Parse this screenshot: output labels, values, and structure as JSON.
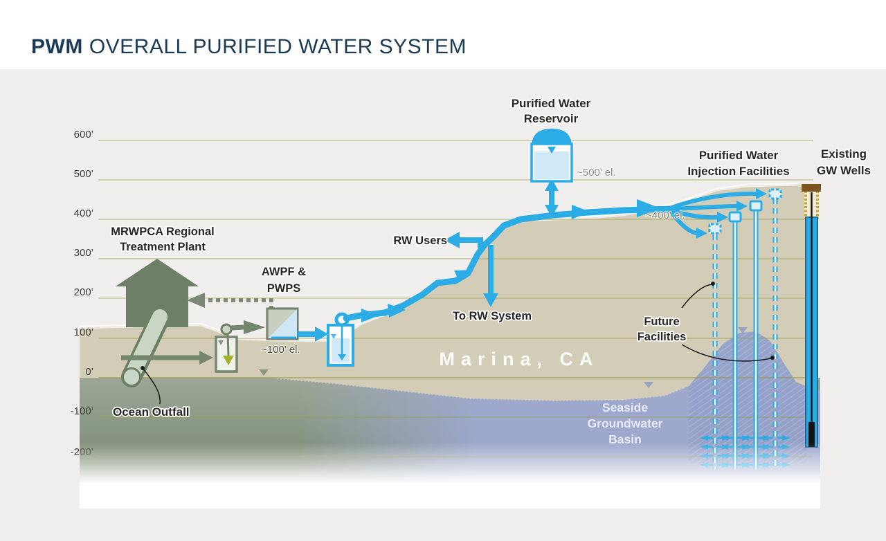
{
  "title": {
    "brand": "PWM",
    "rest": "OVERALL PURIFIED WATER SYSTEM"
  },
  "axis": {
    "ticks": [
      "600’",
      "500’",
      "400’",
      "300’",
      "200’",
      "100’",
      "0’",
      "-100’",
      "-200’"
    ],
    "elevations_ft": [
      600,
      500,
      400,
      300,
      200,
      100,
      0,
      -100,
      -200
    ]
  },
  "labels": {
    "treatment_plant": [
      "MRWPCA Regional",
      "Treatment Plant"
    ],
    "awpf": [
      "AWPF &",
      "PWPS"
    ],
    "rw_users": "RW Users",
    "to_rw_system": "To RW System",
    "reservoir": [
      "Purified Water",
      "Reservoir"
    ],
    "reservoir_elevation": "~500’ el.",
    "pipeline_elevation": "~400’ el.",
    "awpf_elevation": "~100’ el.",
    "injection": [
      "Purified Water",
      "Injection Facilities"
    ],
    "gw_wells": [
      "Existing",
      "GW Wells"
    ],
    "future": [
      "Future",
      "Facilities"
    ],
    "ocean_outfall": "Ocean Outfall",
    "city": "Marina, CA",
    "basin": [
      "Seaside",
      "Groundwater",
      "Basin"
    ]
  },
  "injection_wells": [
    {
      "style": "dashed"
    },
    {
      "style": "solid"
    },
    {
      "style": "solid"
    },
    {
      "style": "dashed"
    }
  ],
  "colors": {
    "title_navy": "#1b3a55",
    "pipe_blue": "#2cace4",
    "water_light": "#cfe9f8",
    "sage": "#76856d",
    "sage_dark": "#6e7f68",
    "sage_light": "#c9d6c3",
    "terrain_tan": "#d3cdb8",
    "ocean_green": "#8d9a89",
    "basin_purple": "#9fa9d0",
    "gridline_olive": "#a9ab56",
    "gw_cap_brown": "#7d531f",
    "gw_casing_gold": "#c9a43a",
    "funnel_olive": "#a3b22b",
    "background_gray": "#f0efed"
  }
}
